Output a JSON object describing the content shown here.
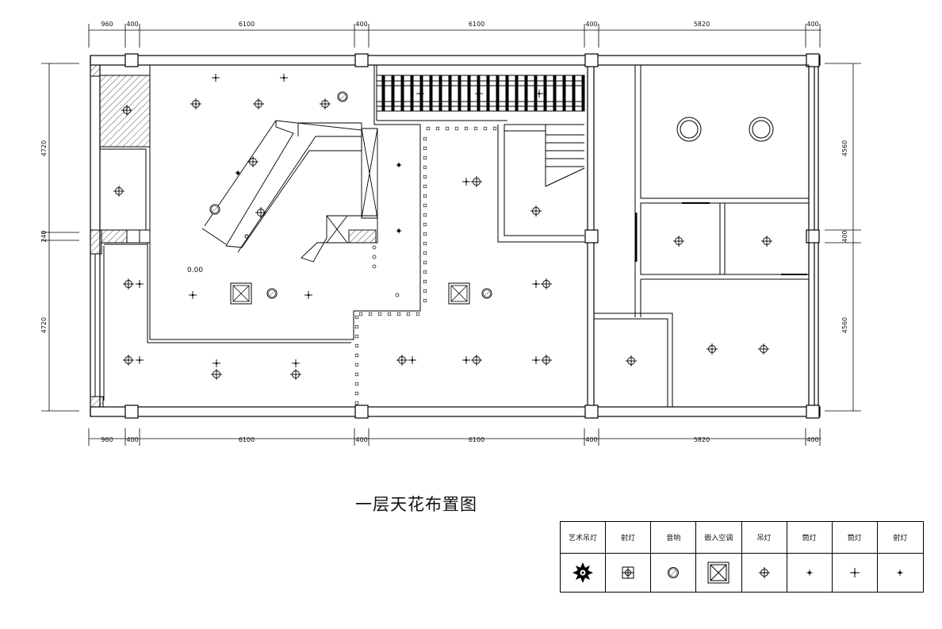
{
  "drawing": {
    "title": "一层天花布置图",
    "label_000": "0.00"
  },
  "dimensions": {
    "top": [
      "960",
      "400",
      "6100",
      "400",
      "6100",
      "400",
      "5820",
      "400"
    ],
    "bottom": [
      "960",
      "400",
      "6100",
      "400",
      "6100",
      "400",
      "5820",
      "400"
    ],
    "left": [
      "4720",
      "240",
      "4720"
    ],
    "right": [
      "4560",
      "400",
      "4560"
    ]
  },
  "legend": {
    "items": [
      {
        "label": "艺术吊灯",
        "icon": "art-chandelier-icon"
      },
      {
        "label": "射灯",
        "icon": "square-spotlight-icon"
      },
      {
        "label": "音响",
        "icon": "speaker-icon"
      },
      {
        "label": "嵌入空调",
        "icon": "embedded-ac-icon"
      },
      {
        "label": "吊灯",
        "icon": "downlight-icon"
      },
      {
        "label": "筒灯",
        "icon": "small-cross-icon"
      },
      {
        "label": "筒灯",
        "icon": "cross-light-icon"
      },
      {
        "label": "射灯",
        "icon": "star-light-icon"
      }
    ]
  }
}
